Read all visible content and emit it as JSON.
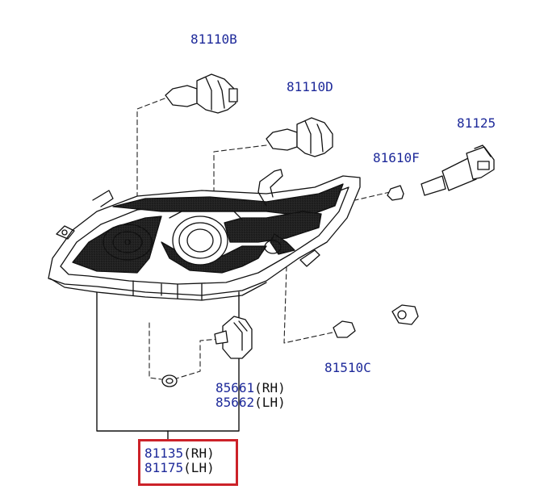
{
  "diagram": {
    "accent_color": "#1e2a9a",
    "highlight_color": "#cc2229",
    "parts": {
      "bulb_high": {
        "number": "81110B"
      },
      "bulb_low": {
        "number": "81110D"
      },
      "socket_side": {
        "number": "81125"
      },
      "bulb_side": {
        "number": "81610F"
      },
      "bulb_turn": {
        "number": "81510C"
      },
      "actuator_rh": {
        "number": "85661",
        "side": "(RH)"
      },
      "actuator_lh": {
        "number": "85662",
        "side": "(LH)"
      },
      "assy_rh": {
        "number": "81135",
        "side": "(RH)"
      },
      "assy_lh": {
        "number": "81175",
        "side": "(LH)"
      }
    }
  }
}
